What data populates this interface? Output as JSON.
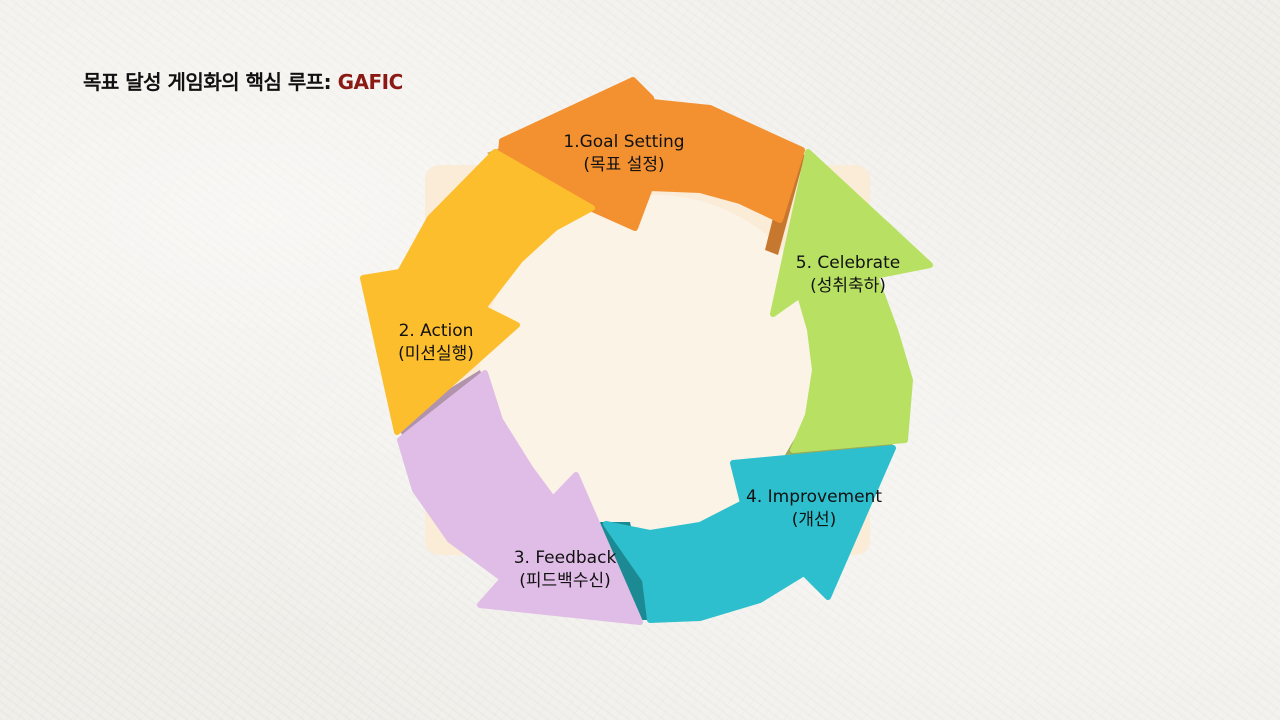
{
  "title": {
    "prefix": "목표 달성 게임화의 핵심 루프: ",
    "accent": "GAFIC"
  },
  "colors": {
    "goal": "#f39131",
    "action": "#fdbe2d",
    "feedback": "#dfbde6",
    "improvement": "#2dbfcd",
    "celebrate": "#b8e163",
    "center": "#fcf3e7",
    "title_accent": "#8b1a14"
  },
  "steps": [
    {
      "key": "goal",
      "line1": "1.Goal Setting",
      "line2": "(목표 설정)"
    },
    {
      "key": "action",
      "line1": "2. Action",
      "line2": "(미션실행)"
    },
    {
      "key": "feedback",
      "line1": "3. Feedback",
      "line2": "(피드백수신)"
    },
    {
      "key": "improvement",
      "line1": "4. Improvement",
      "line2": "(개선)"
    },
    {
      "key": "celebrate",
      "line1": "5. Celebrate",
      "line2": "(성취축하)"
    }
  ]
}
